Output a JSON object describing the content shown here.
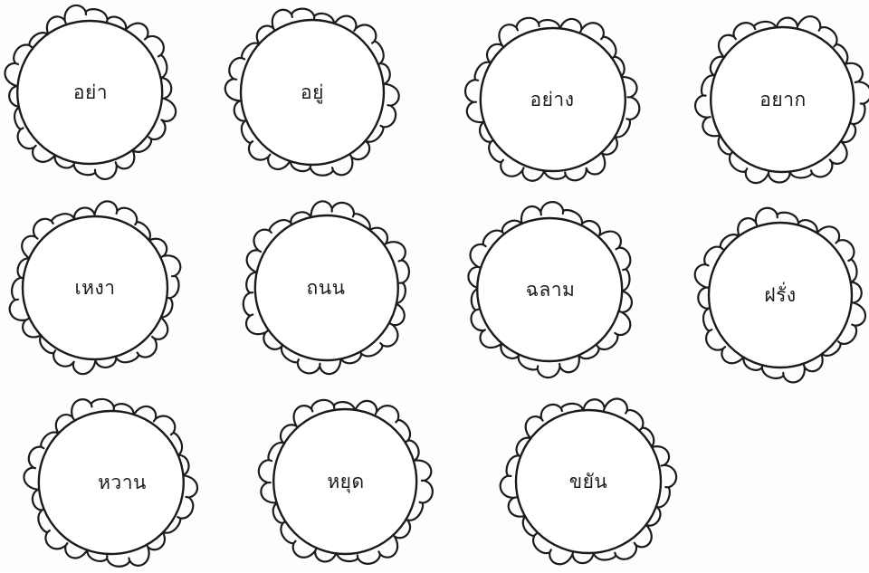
{
  "words": [
    "อย่า",
    "อยู่",
    "อย่าง",
    "อยาก",
    "เหงา",
    "ถนน",
    "ฉลาม",
    "ฝรั่ง",
    "หวาน",
    "หยุด",
    "ขยัน"
  ],
  "colors": {
    "ink": "#1b1b1b",
    "paper": "#fdfdfb"
  },
  "badge_shape": "scalloped-circle"
}
